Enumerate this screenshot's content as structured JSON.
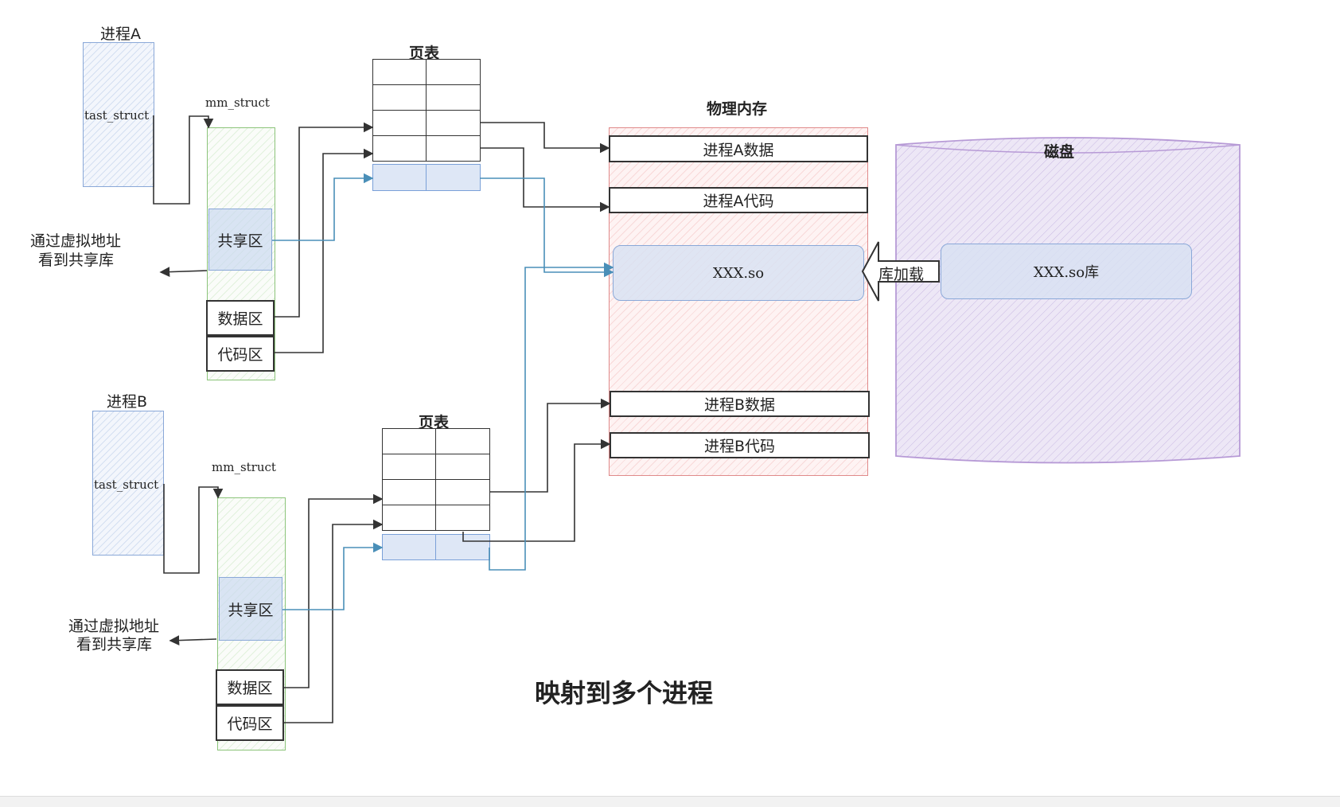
{
  "process_a": {
    "title": "进程A",
    "task_struct": "tast_struct",
    "mm_struct": "mm_struct",
    "shared_area": "共享区",
    "data_area": "数据区",
    "code_area": "代码区",
    "note_line1": "通过虚拟地址",
    "note_line2": "看到共享库",
    "page_table_title": "页表"
  },
  "process_b": {
    "title": "进程B",
    "task_struct": "tast_struct",
    "mm_struct": "mm_struct",
    "shared_area": "共享区",
    "data_area": "数据区",
    "code_area": "代码区",
    "note_line1": "通过虚拟地址",
    "note_line2": "看到共享库",
    "page_table_title": "页表"
  },
  "physical_memory": {
    "title": "物理内存",
    "a_data": "进程A数据",
    "a_code": "进程A代码",
    "so": "XXX.so",
    "b_data": "进程B数据",
    "b_code": "进程B代码"
  },
  "disk": {
    "title": "磁盘",
    "so_lib": "XXX.so库"
  },
  "load_arrow_label": "库加载",
  "caption": "映射到多个进程",
  "colors": {
    "blue": "#8aa8d8",
    "green": "#8cc47a",
    "red": "#e08a8a",
    "purple": "#b79ad6",
    "line_dark": "#333333",
    "line_blue": "#4a8fb8"
  }
}
